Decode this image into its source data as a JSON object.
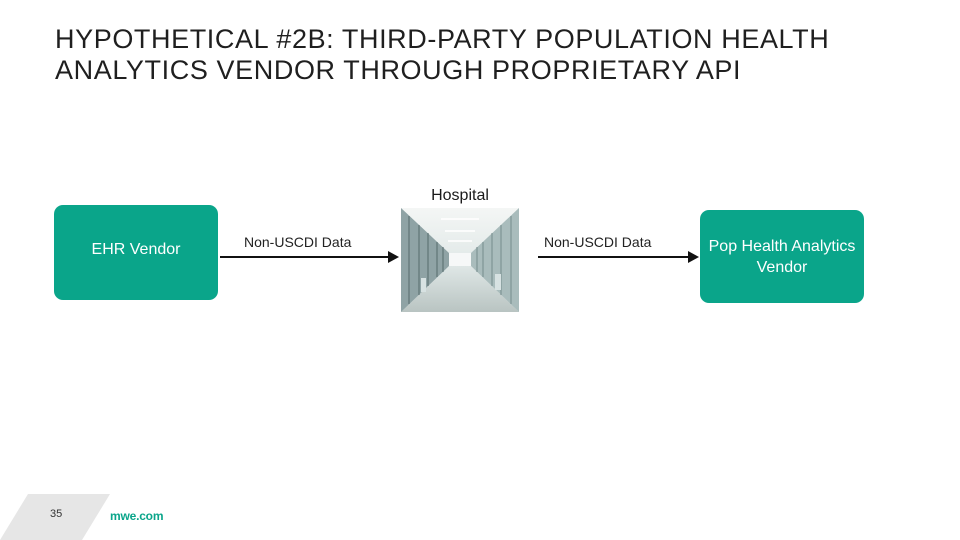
{
  "slide": {
    "title": "HYPOTHETICAL #2B: THIRD-PARTY POPULATION HEALTH ANALYTICS VENDOR THROUGH PROPRIETARY API",
    "page_number": "35",
    "footer_site": "mwe.com"
  },
  "diagram": {
    "nodes": {
      "ehr_vendor": "EHR Vendor",
      "hospital": "Hospital",
      "pop_health": "Pop Health Analytics Vendor"
    },
    "edges": {
      "ehr_to_hospital": "Non-USCDI Data",
      "hospital_to_pop": "Non-USCDI Data"
    },
    "hospital_image": "hospital-corridor-photo"
  },
  "colors": {
    "accent": "#0aa58a",
    "box_text": "#ffffff",
    "footer_triangle": "#e6e6e6"
  }
}
